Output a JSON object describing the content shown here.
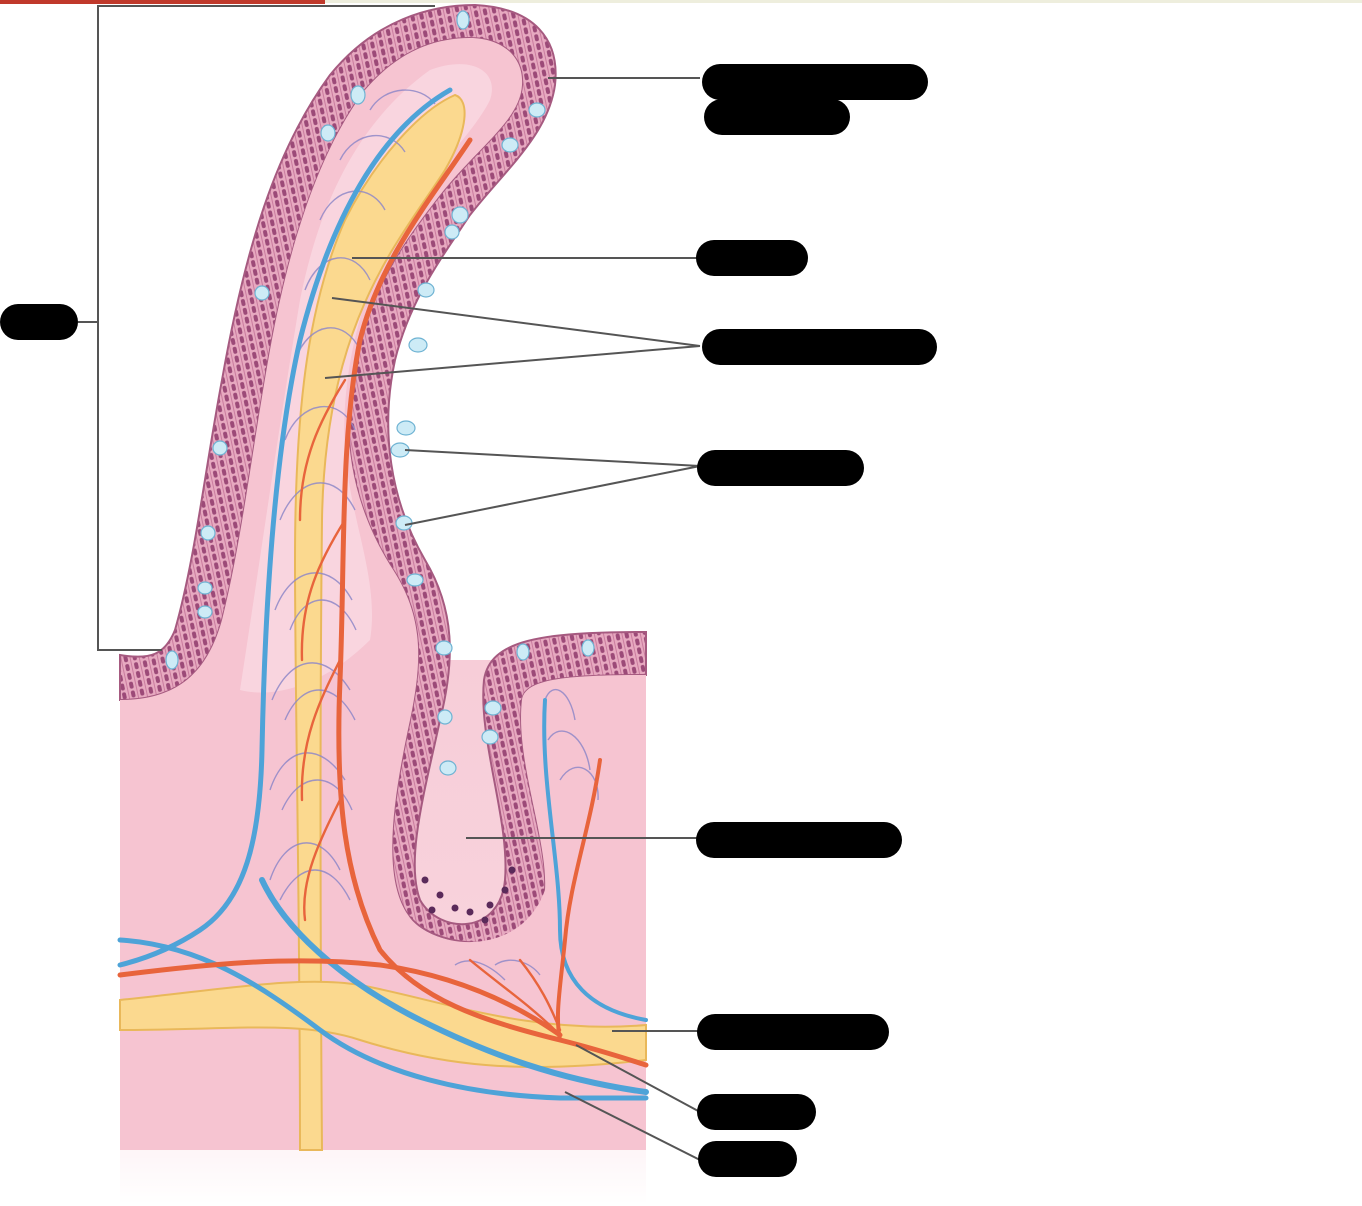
{
  "diagram": {
    "subject": "villus-cross-section",
    "labels": [
      {
        "id": "villus",
        "text": "",
        "hidden": true
      },
      {
        "id": "simple-columnar-epithelium",
        "text": "",
        "hidden": true
      },
      {
        "id": "lacteal",
        "text": "",
        "hidden": true
      },
      {
        "id": "blood-capillaries",
        "text": "",
        "hidden": true
      },
      {
        "id": "goblet-cells",
        "text": "",
        "hidden": true
      },
      {
        "id": "intestinal-crypt",
        "text": "",
        "hidden": true
      },
      {
        "id": "lymphatic-vessel",
        "text": "",
        "hidden": true
      },
      {
        "id": "arteriole",
        "text": "",
        "hidden": true
      },
      {
        "id": "venule",
        "text": "",
        "hidden": true
      }
    ],
    "colors": {
      "epithelium": "#d98aa8",
      "epithelium_dark": "#a35077",
      "lamina_propria": "#f7cdd8",
      "lamina_light": "#fbe2e8",
      "lacteal": "#fbd98f",
      "artery": "#e8643c",
      "vein": "#5aa9dc",
      "goblet": "#bfe4f3",
      "label_box": "#000000",
      "leader": "#555555",
      "top_accent": "#c0392b"
    }
  }
}
